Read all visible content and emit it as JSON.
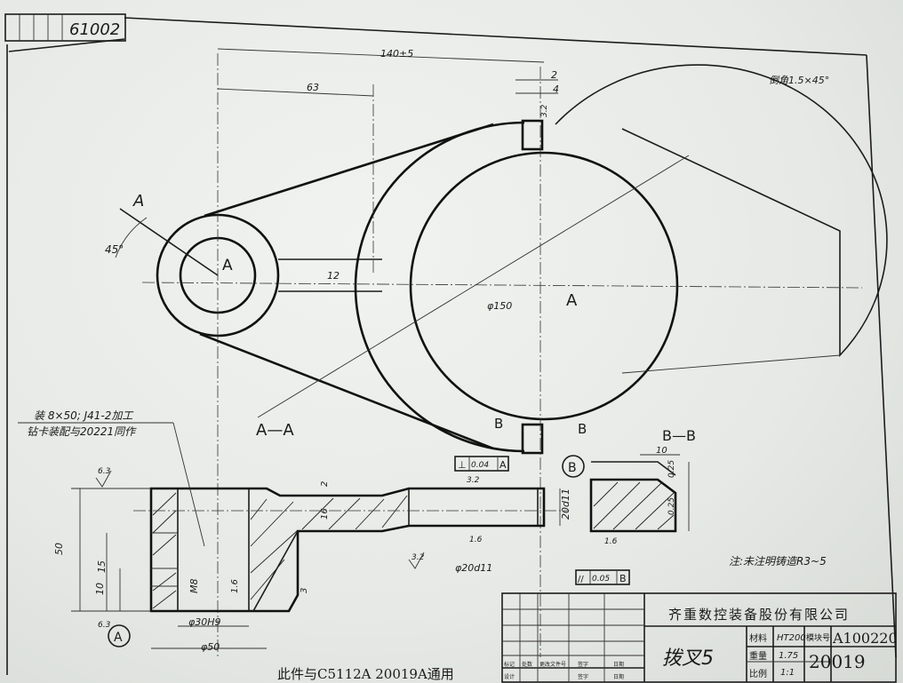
{
  "drawing_no": "61002",
  "dims": {
    "d140": "140±5",
    "d63": "63",
    "d2": "2",
    "d4": "4",
    "d12": "12",
    "phi150": "φ150",
    "d30h9": "φ30H9",
    "d50": "φ50",
    "d20d11": "20d11",
    "phi20d11": "φ20d11",
    "h50": "50",
    "h15": "15",
    "h10": "10",
    "m8": "M8",
    "v16": "1.6",
    "v3": "3",
    "angle45": "45°",
    "bb10": "10",
    "bb025a": "0.25",
    "bb025b": "0.25",
    "v2": "2",
    "v16b": "16",
    "r63": "6.3",
    "r32a": "3.2",
    "r32b": "3.2",
    "r16a": "1.6",
    "r16b": "1.6",
    "r63b": "6.3",
    "r32c": "3.2"
  },
  "labels": {
    "A_section": "A",
    "A_hub": "A",
    "A_center": "A",
    "B_left": "B",
    "B_right": "B",
    "section_AA": "A—A",
    "section_BB": "B—B",
    "datum_A": "A",
    "datum_B": "B",
    "chamfer": "倒角1.5×45°",
    "note": "注:未注明铸造R3~5",
    "pin_line1": "装 8×50; J41-2加工",
    "pin_line2": "钻卡装配与20221同作",
    "tol1_sym": "⊥",
    "tol1_val": "0.04",
    "tol1_ref": "A",
    "tol2_sym": "//",
    "tol2_val": "0.05",
    "tol2_ref": "B",
    "bottom_note": "此件与C5112A 20019A通用"
  },
  "title_block": {
    "company": "齐重数控装备股份有限公司",
    "part_name": "拨叉5",
    "material_label": "材料",
    "material": "HT200",
    "mold_label": "模块号",
    "mold_no": "A100220",
    "weight_label": "重量",
    "weight": "1.75",
    "scale_label": "比例",
    "scale": "1:1",
    "part_no": "20019",
    "rev_cols": [
      "标记",
      "处数",
      "更改文件号",
      "签字",
      "日期"
    ],
    "sign_cols": [
      "设计",
      "签字",
      "日期"
    ]
  }
}
